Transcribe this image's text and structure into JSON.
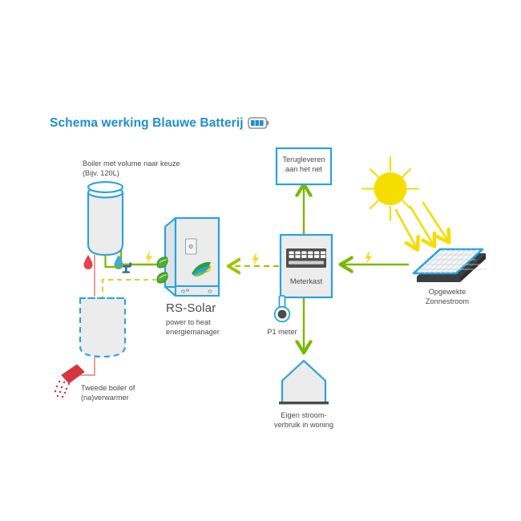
{
  "page": {
    "title": "Schema werking Blauwe Batterij",
    "background_color": "#ffffff"
  },
  "colors": {
    "title_blue": "#1f8fd0",
    "outline_blue": "#29a3dc",
    "device_fill": "#ececec",
    "energy_green": "#7ab800",
    "sun_yellow": "#f5dd00",
    "bolt_yellow": "#f7d71a",
    "hot_red": "#e8424a",
    "pipe_red": "#e3a0a0",
    "cold_blue": "#3fa9dd",
    "fusebox_dark": "#4a4a4a",
    "text_gray": "#4a4a4a"
  },
  "title_badge": {
    "icon": "battery-icon",
    "bars": 3
  },
  "nodes": {
    "boiler": {
      "label_line1": "Boiler met volume naar keuze",
      "label_line2": "(Bijv. 120L)",
      "icons": [
        "hot-water-drop-icon",
        "cold-water-tap-icon",
        "lightning-bolt-icon"
      ]
    },
    "second_boiler": {
      "label_line1": "Tweede boiler of",
      "label_line2": "(na)verwarmer",
      "style": "dashed",
      "icons": [
        "shower-head-icon"
      ]
    },
    "rs_solar": {
      "brand": "RS-Solar",
      "sub_line1": "power to heat",
      "sub_line2": "energiemanager",
      "icons": [
        "leaf-connector-icon",
        "eco-sun-leaf-logo-icon",
        "control-panel-icon"
      ]
    },
    "meterkast": {
      "label": "Meterkast",
      "icon": "fuse-box-icon",
      "breakers": 6
    },
    "p1_meter": {
      "label": "P1 meter",
      "icon": "p1-meter-icon"
    },
    "grid_feedback": {
      "label_line1": "Terugleveren",
      "label_line2": "aan het net"
    },
    "home_usage": {
      "label_line1": "Eigen stroom-",
      "label_line2": "verbruik in woning",
      "icon": "house-icon"
    },
    "solar_panel": {
      "label_line1": "Opgewekte",
      "label_line2": "Zonnestroom",
      "icon": "solar-panel-icon"
    },
    "sun": {
      "icon": "sun-icon",
      "rays": 8
    }
  },
  "flows": [
    {
      "name": "panel-to-meterkast",
      "style": "solid",
      "color": "#7ab800",
      "icon": "lightning-bolt-icon"
    },
    {
      "name": "meterkast-to-grid",
      "style": "solid",
      "color": "#7ab800"
    },
    {
      "name": "meterkast-to-home",
      "style": "solid",
      "color": "#7ab800"
    },
    {
      "name": "meterkast-to-rs-solar",
      "style": "dashed",
      "color": "#7ab800",
      "icon": "lightning-bolt-icon"
    },
    {
      "name": "rs-solar-to-boiler",
      "style": "solid",
      "color": "#7ab800",
      "icon": "lightning-bolt-icon"
    },
    {
      "name": "rs-solar-to-second-boiler",
      "style": "dashed",
      "color": "#cfd83a"
    }
  ]
}
